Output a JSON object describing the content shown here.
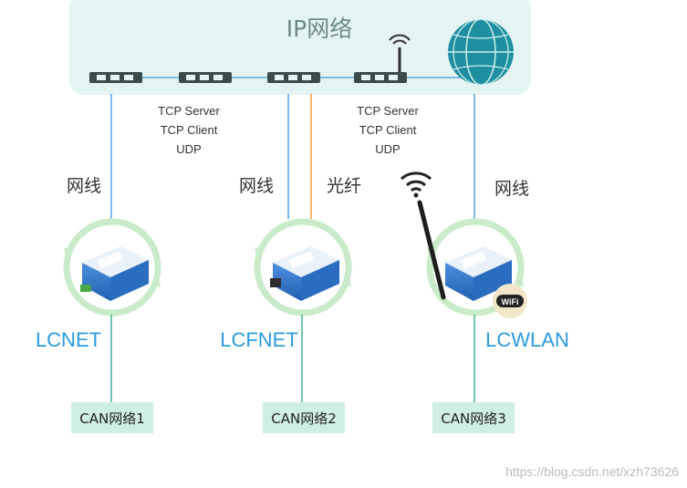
{
  "network": {
    "title": "IP网络"
  },
  "protocols": [
    {
      "lines": [
        "TCP Server",
        "TCP Client",
        "UDP"
      ]
    },
    {
      "lines": [
        "TCP Server",
        "TCP Client",
        "UDP"
      ]
    }
  ],
  "links": [
    {
      "label": "网线"
    },
    {
      "label": "网线"
    },
    {
      "label": "光纤"
    },
    {
      "label": "网线"
    }
  ],
  "devices": [
    {
      "name": "LCNET",
      "can": "CAN网络1"
    },
    {
      "name": "LCFNET",
      "can": "CAN网络2"
    },
    {
      "name": "LCWLAN",
      "can": "CAN网络3",
      "badge": "WiFi"
    }
  ],
  "watermark": {
    "text": "https://blog.csdn.net/xzh73626"
  },
  "colors": {
    "cloud": "#e4f4f2",
    "ethernet": "#5aa6e0",
    "fiber": "#f0a04b",
    "can_line": "#4db8a4",
    "can_box": "#cfeee6",
    "ring": "#c9ebc9",
    "device_label": "#2b9be0",
    "globe": "#1e8fa0"
  },
  "icons": [
    "globe-icon",
    "wifi-icon",
    "antenna-icon",
    "switch-port-icon",
    "gateway-device-icon",
    "wifi-badge-icon"
  ]
}
